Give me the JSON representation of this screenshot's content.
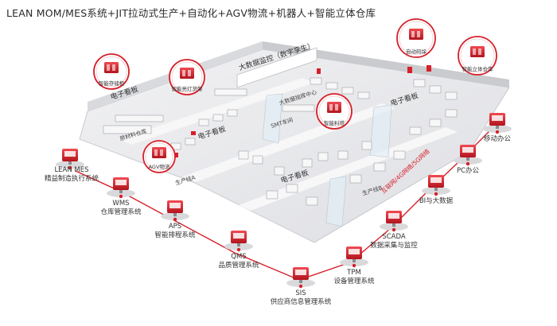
{
  "title": "LEAN MOM/MES系统+JIT拉动式生产+自动化+AGV物流+机器人+智能立体仓库",
  "colors": {
    "accent": "#d6202a",
    "floor": "#e9e9eb",
    "wall": "#cfd0d4",
    "line": "#d6202a"
  },
  "floor_labels": {
    "big_screen": "大数据监控（数字孪生）",
    "board_a": "电子看板",
    "board_b": "电子看板",
    "board_c": "电子看板",
    "board_d": "电子看板",
    "raw_store": "原材料仓库",
    "smt": "SMT车间",
    "big_data_center": "大数据指挥中心",
    "network": "互联网/4G网络/5G网络",
    "line_a": "生产线A",
    "line_b": "生产线B"
  },
  "circle_icons": [
    {
      "id": "smart-rack",
      "label": "智能存储柜",
      "icon": "storage-rack-icon"
    },
    {
      "id": "smart-shelf",
      "label": "智能亮灯货架",
      "icon": "light-shelf-icon"
    },
    {
      "id": "agv",
      "label": "AGV物流",
      "icon": "agv-icon"
    },
    {
      "id": "smart-tower",
      "label": "智能料塔",
      "icon": "material-tower-icon"
    },
    {
      "id": "auto-line",
      "label": "自动码垛",
      "icon": "robot-arm-icon"
    },
    {
      "id": "auto-warehouse",
      "label": "智能立体仓库",
      "icon": "warehouse-icon"
    }
  ],
  "systems": [
    {
      "id": "lean-mes",
      "name": "LEAN MES",
      "desc": "精益制造执行系统",
      "icon": "mes-desk-icon"
    },
    {
      "id": "wms",
      "name": "WMS",
      "desc": "仓库管理系统",
      "icon": "wms-shelf-icon"
    },
    {
      "id": "aps",
      "name": "APS",
      "desc": "智能排程系统",
      "icon": "aps-board-icon"
    },
    {
      "id": "qms",
      "name": "QMS",
      "desc": "品质管理系统",
      "icon": "qms-icon"
    },
    {
      "id": "sis",
      "name": "SIS",
      "desc": "供应商信息管理系统",
      "icon": "sis-icon"
    },
    {
      "id": "tpm",
      "name": "TPM",
      "desc": "设备管理系统",
      "icon": "tpm-gear-icon"
    },
    {
      "id": "scada",
      "name": "SCADA",
      "desc": "数据采集与监控",
      "icon": "scada-icon"
    },
    {
      "id": "bi",
      "name": "",
      "desc": "BI与大数据",
      "icon": "bi-chart-icon"
    },
    {
      "id": "pc",
      "name": "",
      "desc": "PC办公",
      "icon": "pc-icon"
    },
    {
      "id": "mobile",
      "name": "",
      "desc": "移动办公",
      "icon": "mobile-icon"
    }
  ]
}
